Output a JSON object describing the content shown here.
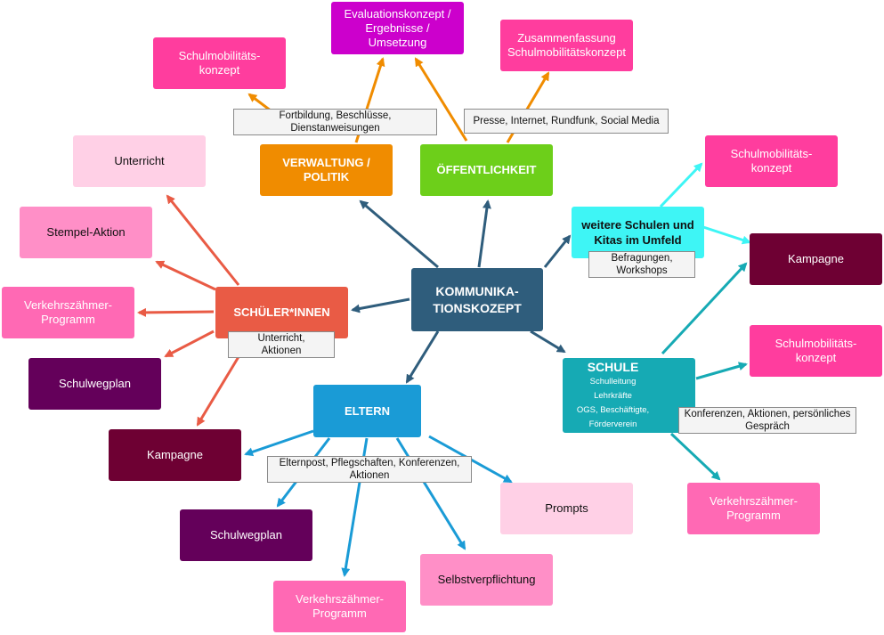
{
  "colors": {
    "navy": "#2f5d7c",
    "orange": "#f08c00",
    "green": "#6dcf1a",
    "red": "#e95b45",
    "blue": "#1a9bd6",
    "teal": "#16aab4",
    "cyan": "#3ef5f5",
    "magenta": "#cc00cc",
    "hotpink": "#ff3d9e",
    "pink": "#ff8fc7",
    "lightpink": "#ffd0e6",
    "violet": "#64005a",
    "wine": "#6e0033"
  },
  "nodes": {
    "center": "KOMMUNIKA-\nTIONSKOZEPT",
    "verwaltung": "VERWALTUNG /\nPOLITIK",
    "oeffentlichkeit": "ÖFFENTLICHKEIT",
    "weitere": "weitere Schulen und\nKitas im Umfeld",
    "schule_title": "SCHULE",
    "schule_lines": [
      "Schulleitung",
      "Lehrkräfte",
      "OGS, Beschäftigte,",
      "Förderverein"
    ],
    "eltern": "ELTERN",
    "schueler": "SCHÜLER*INNEN",
    "evaluation": "Evaluationskonzept /\nErgebnisse /\nUmsetzung",
    "zusammenfassung": "Zusammenfassung\nSchulmobilitätskonzept",
    "smk_top": "Schulmobilitäts-\nkonzept",
    "smk_right_top": "Schulmobilitäts-\nkonzept",
    "kampagne_right": "Kampagne",
    "smk_right_mid": "Schulmobilitäts-\nkonzept",
    "vzp_right": "Verkehrszähmer-\nProgramm",
    "unterricht": "Unterricht",
    "stempel": "Stempel-Aktion",
    "vzp_left": "Verkehrszähmer-\nProgramm",
    "schulwegplan_left": "Schulwegplan",
    "kampagne_left": "Kampagne",
    "schulwegplan_bottom": "Schulwegplan",
    "vzp_bottom": "Verkehrszähmer-\nProgramm",
    "selbst": "Selbstverpflichtung",
    "prompts": "Prompts"
  },
  "labels": {
    "fortbildung": "Fortbildung, Beschlüsse,\nDienstanweisungen",
    "presse": "Presse, Internet, Rundfunk, Social Media",
    "befragungen": "Befragungen,\nWorkshops",
    "konferenzen_schule": "Konferenzen, Aktionen, persönliches\nGespräch",
    "unterricht_aktionen": "Unterricht,\nAktionen",
    "elternpost": "Elternpost, Pflegschaften, Konferenzen,\nAktionen"
  }
}
